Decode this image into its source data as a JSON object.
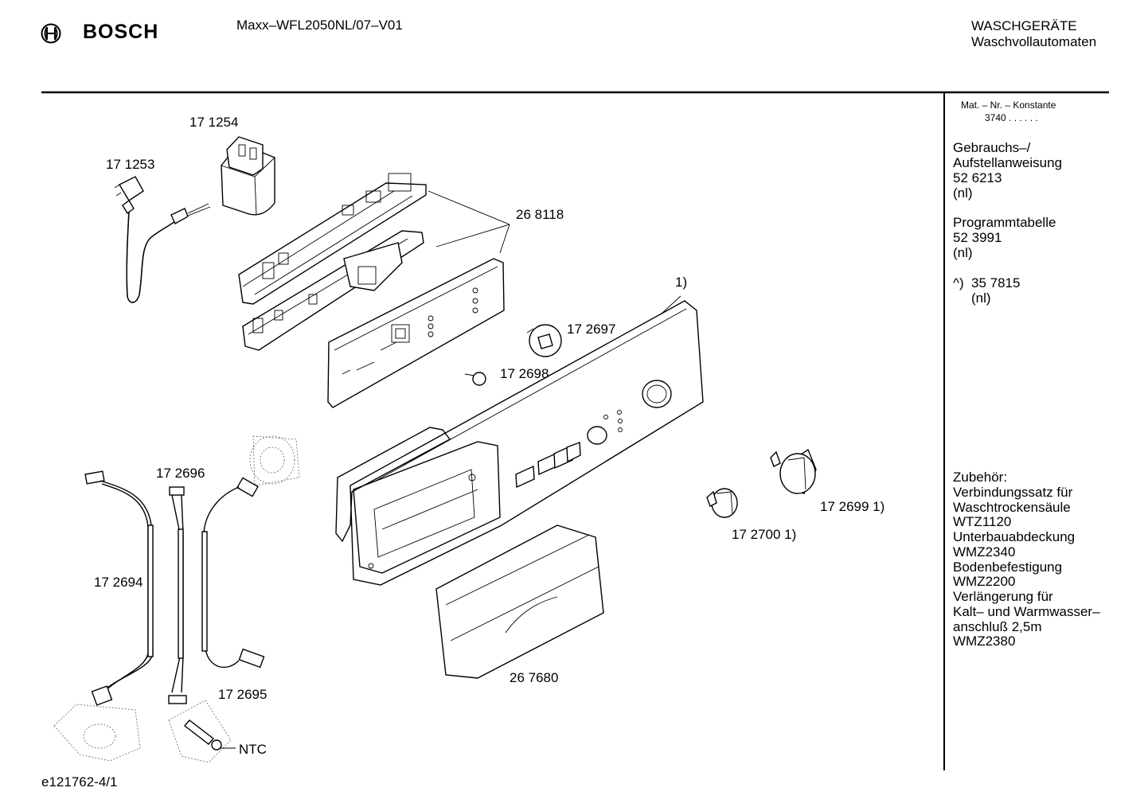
{
  "header": {
    "brand": "BOSCH",
    "model": "Maxx–WFL2050NL/07–V01",
    "category_line1": "WASCHGERÄTE",
    "category_line2": "Waschvollautomaten"
  },
  "side_panel": {
    "mat_label": "Mat. – Nr. – Konstante",
    "mat_value": "3740  .  .   .  .  .  .",
    "manual_line1": "Gebrauchs–/",
    "manual_line2": "Aufstellanweisung",
    "manual_number": "52 6213",
    "manual_lang": "(nl)",
    "table_title": "Programmtabelle",
    "table_number": "52 3991",
    "table_lang": "(nl)",
    "note_marker": "^)",
    "note_number": "35 7815",
    "note_lang": "(nl)",
    "accessories_title": "Zubehör:",
    "accessories": [
      "Verbindungssatz für",
      "Waschtrockensäule",
      "WTZ1120",
      "Unterbauabdeckung",
      "WMZ2340",
      "Bodenbefestigung",
      "WMZ2200",
      "Verlängerung für",
      "Kalt– und Warmwasser–",
      "anschluß 2,5m",
      "WMZ2380"
    ]
  },
  "parts": {
    "p171254": "17 1254",
    "p171253": "17 1253",
    "p268118": "26 8118",
    "p172697": "17 2697",
    "p172698": "17 2698",
    "note1": "1)",
    "p172696": "17 2696",
    "p172694": "17 2694",
    "p172695": "17 2695",
    "ntc": "NTC",
    "p267680": "26 7680",
    "p172699": "17 2699 1)",
    "p172700": "17 2700 1)"
  },
  "footer": {
    "drawing_id": "e121762-4/1"
  }
}
